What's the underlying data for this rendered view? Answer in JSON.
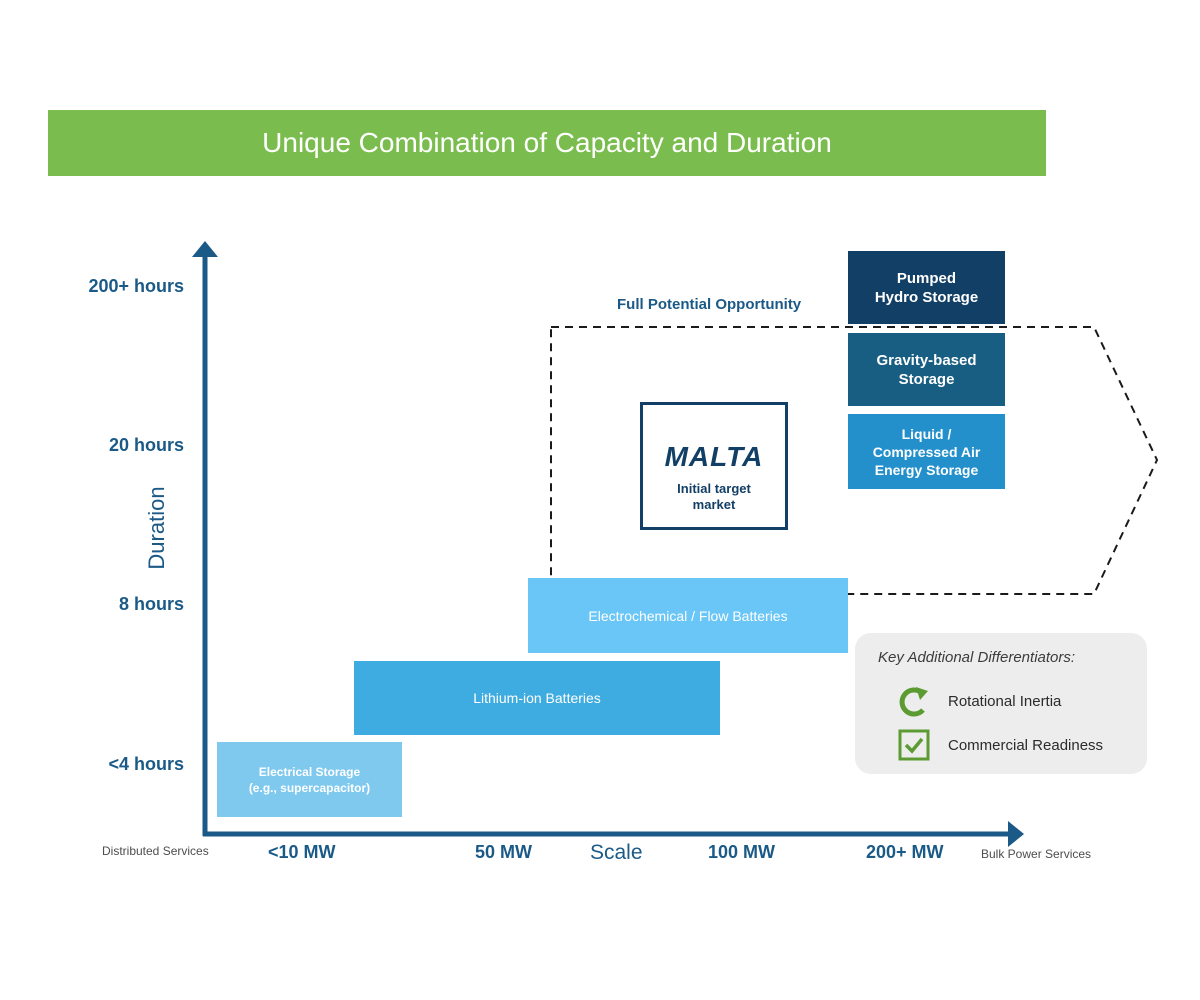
{
  "title": "Unique Combination of Capacity and Duration",
  "axes": {
    "y_title": "Duration",
    "x_title": "Scale",
    "y_ticks": [
      "200+ hours",
      "20 hours",
      "8 hours",
      "<4 hours"
    ],
    "x_ticks": [
      "<10 MW",
      "50 MW",
      "100 MW",
      "200+ MW"
    ],
    "x_left_note": "Distributed Services",
    "x_right_note": "Bulk Power Services"
  },
  "blocks": {
    "electrical": [
      "Electrical Storage",
      "(e.g., supercapacitor)"
    ],
    "lithium": "Lithium-ion Batteries",
    "flow": "Electrochemical / Flow Batteries",
    "pumped": [
      "Pumped",
      "Hydro Storage"
    ],
    "gravity": [
      "Gravity-based",
      "Storage"
    ],
    "liquid": [
      "Liquid /",
      "Compressed Air",
      "Energy Storage"
    ]
  },
  "opportunity_label": "Full Potential Opportunity",
  "malta": {
    "logo": "MALTA",
    "caption": [
      "Initial target",
      "market"
    ]
  },
  "differentiators": {
    "title": "Key Additional Differentiators:",
    "items": [
      "Rotational Inertia",
      "Commercial Readiness"
    ]
  },
  "colors": {
    "banner": "#7abd4e",
    "axis": "#1b5a87",
    "electrical": "#7fc9ef",
    "lithium": "#3eace0",
    "flow": "#69c6f6",
    "pumped": "#123f66",
    "gravity": "#185e82",
    "liquid": "#2390cc",
    "check_green": "#5c9b32"
  }
}
